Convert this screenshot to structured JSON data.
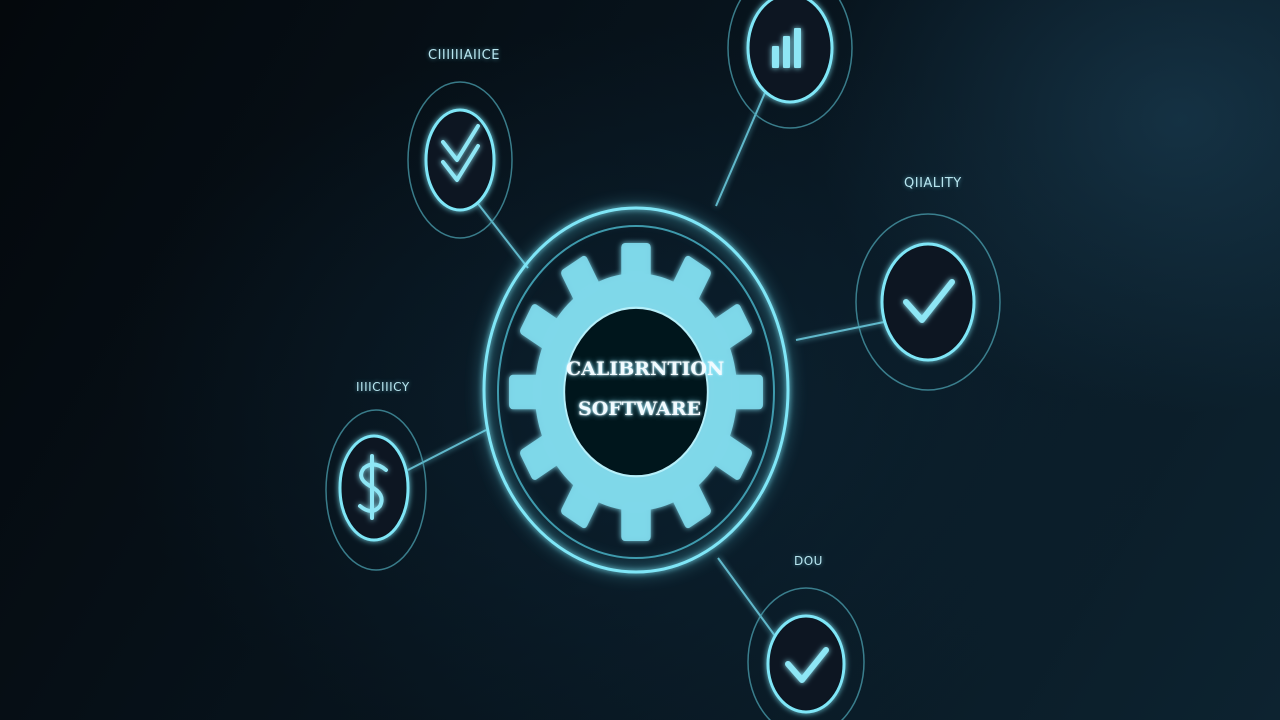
{
  "center": {
    "line1": "CALIBRNTION",
    "line2": "SOFTWARE"
  },
  "nodes": {
    "compliance": {
      "label": "CIIIIIIAIICE",
      "icon": "double-check-icon"
    },
    "chart": {
      "label": "",
      "icon": "bar-chart-icon"
    },
    "quality": {
      "label": "QIIALITY",
      "icon": "check-icon"
    },
    "efficiency": {
      "label": "IIIICIIICY",
      "icon": "dollar-icon"
    },
    "roi": {
      "label": "DOU",
      "icon": "check-icon"
    }
  },
  "colors": {
    "glow": "#5fe0f5",
    "accent": "#7fd8ea",
    "background": "#050a10"
  }
}
